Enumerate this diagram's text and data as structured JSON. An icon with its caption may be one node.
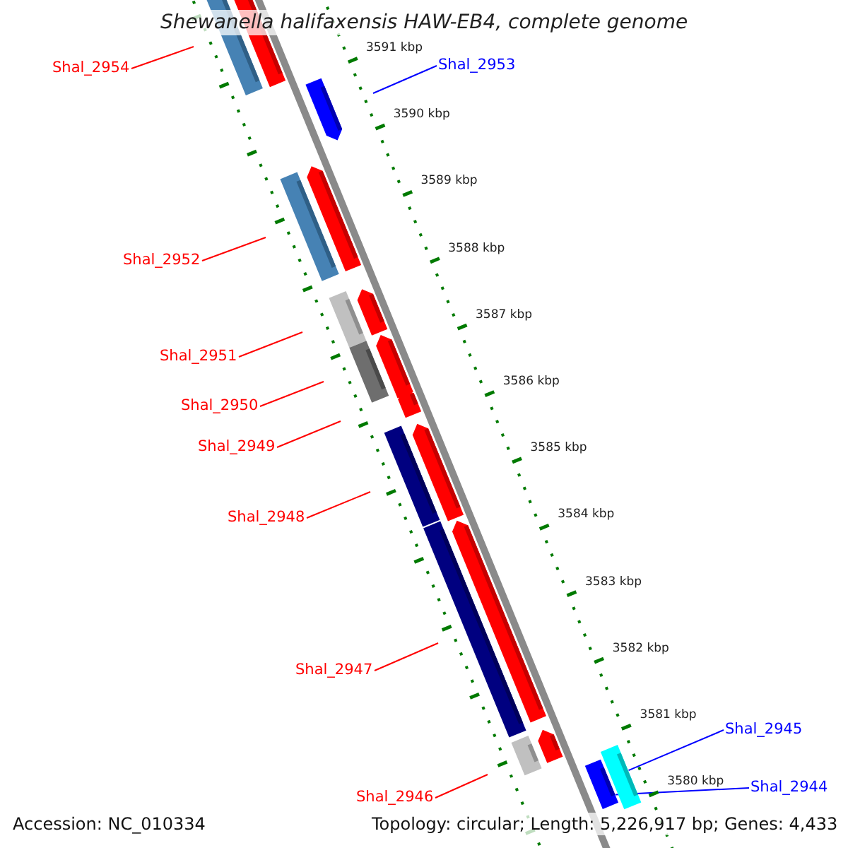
{
  "diagram": {
    "title": "Shewanella halifaxensis HAW-EB4, complete genome",
    "nodes": [
      {
        "text": [
          "Shal_2954"
        ]
      },
      {
        "text": [
          "Shal_2953"
        ]
      },
      {
        "text": [
          "Shal_2952"
        ]
      },
      {
        "text": [
          "Shal_2951"
        ]
      },
      {
        "text": [
          "Shal_2950"
        ]
      },
      {
        "text": [
          "Shal_2949"
        ]
      },
      {
        "text": [
          "Shal_2948"
        ]
      },
      {
        "text": [
          "Shal_2947"
        ]
      },
      {
        "text": [
          "Shal_2945"
        ]
      },
      {
        "text": [
          "Shal_2944"
        ]
      },
      {
        "text": [
          "Shal_2946"
        ]
      },
      {
        "text": [],
        "shape": "bar"
      },
      {
        "text": [],
        "shape": "bar"
      }
    ],
    "edges": [
      {
        "from": 0,
        "to": null,
        "arrow": "none"
      },
      {
        "from": 1,
        "to": null,
        "arrow": "none",
        "color": "#0000ff"
      },
      {
        "from": 2,
        "to": null,
        "arrow": "none"
      },
      {
        "from": 3,
        "to": null,
        "arrow": "none"
      },
      {
        "from": 4,
        "to": null,
        "arrow": "none"
      },
      {
        "from": 5,
        "to": null,
        "arrow": "none"
      },
      {
        "from": 6,
        "to": null,
        "arrow": "none"
      },
      {
        "from": 7,
        "to": null,
        "arrow": "none"
      },
      {
        "from": 8,
        "to": 11,
        "arrow": "none",
        "color": "#0000ff"
      },
      {
        "from": 9,
        "to": 12,
        "arrow": "none",
        "color": "#0000ff"
      },
      {
        "from": 10,
        "to": null,
        "arrow": "none"
      }
    ],
    "labels": [
      "3591 kbp",
      "3590 kbp",
      "3589 kbp",
      "3588 kbp",
      "3587 kbp",
      "3586 kbp",
      "3585 kbp",
      "3584 kbp",
      "3583 kbp",
      "3582 kbp",
      "3581 kbp",
      "3580 kbp",
      "Accession: NC_010334",
      "Topology: circular; Length: 5,226,917 bp; Genes: 4,433"
    ]
  }
}
